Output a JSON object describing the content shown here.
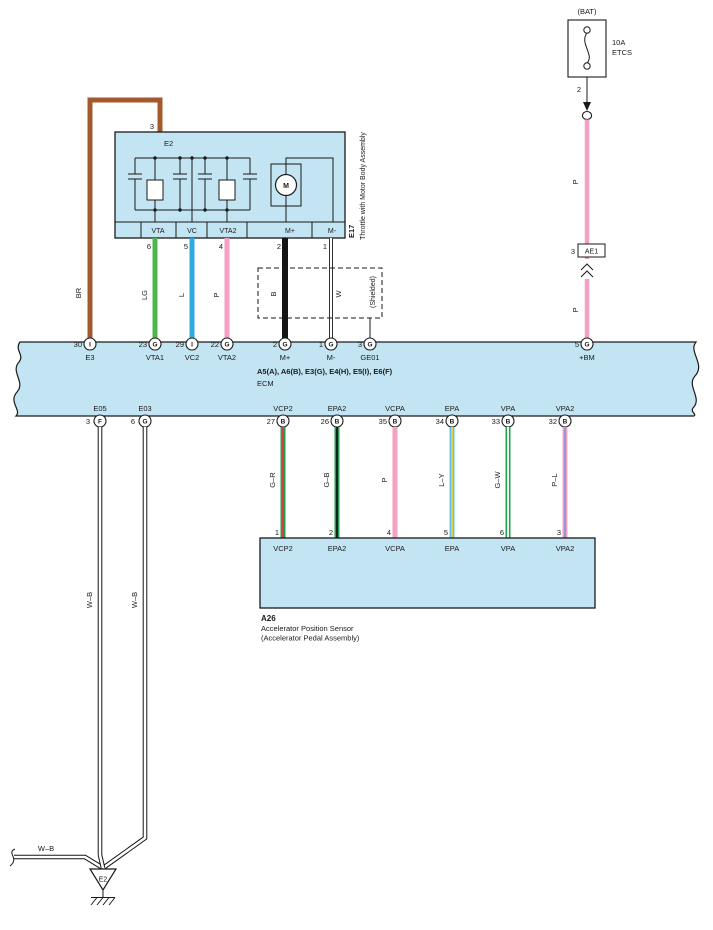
{
  "colors": {
    "panel": "#c3e5f3",
    "outline": "#1a1a1a",
    "brown": "#a3592c",
    "light_green": "#4eb749",
    "green": "#23a14e",
    "blue": "#2fa9e0",
    "light_blue": "#5ec4ec",
    "pink": "#f49fc5",
    "red": "#e53540",
    "yellow": "#f2cf3a",
    "violet": "#8b97d6",
    "black": "#151515",
    "white": "#ffffff"
  },
  "fuse": {
    "bat": "(BAT)",
    "amp": "10A",
    "name": "ETCS",
    "pin": "2"
  },
  "feed": {
    "p1": "P",
    "p2": "P",
    "junction_pin": "3",
    "junction": "AE1",
    "ecm_pin": "5",
    "ecm_letter": "G",
    "ecm_term": "+BM"
  },
  "throttle": {
    "id": "E2",
    "top_pin": "3",
    "motor": "M",
    "connector_id": "E17",
    "connector_name": "Throttle with Motor Body Assembly",
    "terminals": [
      {
        "name": "VTA",
        "pin": "6"
      },
      {
        "name": "VC",
        "pin": "5"
      },
      {
        "name": "VTA2",
        "pin": "4"
      },
      {
        "name": "M+",
        "pin": "2"
      },
      {
        "name": "M-",
        "pin": "1"
      }
    ]
  },
  "br_wire": {
    "color": "BR",
    "ecm_pin": "30",
    "ecm_letter": "I",
    "ecm_term": "E3"
  },
  "top_wires": [
    {
      "color": "LG",
      "ecm_pin": "23",
      "ecm_letter": "G",
      "ecm_term": "VTA1"
    },
    {
      "color": "L",
      "ecm_pin": "29",
      "ecm_letter": "I",
      "ecm_term": "VC2"
    },
    {
      "color": "P",
      "ecm_pin": "22",
      "ecm_letter": "G",
      "ecm_term": "VTA2"
    },
    {
      "color": "B",
      "ecm_pin": "2",
      "ecm_letter": "G",
      "ecm_term": "M+"
    },
    {
      "color": "W",
      "ecm_pin": "1",
      "ecm_letter": "G",
      "ecm_term": "M-"
    }
  ],
  "shield": {
    "label": "(Shielded)",
    "ecm_pin": "3",
    "ecm_letter": "G",
    "ecm_term": "GE01"
  },
  "ecm": {
    "connectors": "A5(A), A6(B), E3(G), E4(H), E5(I), E6(F)",
    "name": "ECM"
  },
  "bottom": {
    "e05": {
      "term": "E05",
      "pin": "3",
      "letter": "F",
      "color": "W–B"
    },
    "e03": {
      "term": "E03",
      "pin": "6",
      "letter": "G",
      "color": "W–B"
    },
    "wires": [
      {
        "ecm_term": "VCP2",
        "ecm_pin": "27",
        "letter": "B",
        "color": "G–R",
        "pin": "1",
        "term": "VCP2"
      },
      {
        "ecm_term": "EPA2",
        "ecm_pin": "26",
        "letter": "B",
        "color": "G–B",
        "pin": "2",
        "term": "EPA2"
      },
      {
        "ecm_term": "VCPA",
        "ecm_pin": "35",
        "letter": "B",
        "color": "P",
        "pin": "4",
        "term": "VCPA"
      },
      {
        "ecm_term": "EPA",
        "ecm_pin": "34",
        "letter": "B",
        "color": "L–Y",
        "pin": "5",
        "term": "EPA"
      },
      {
        "ecm_term": "VPA",
        "ecm_pin": "33",
        "letter": "B",
        "color": "G–W",
        "pin": "6",
        "term": "VPA"
      },
      {
        "ecm_term": "VPA2",
        "ecm_pin": "32",
        "letter": "B",
        "color": "P–L",
        "pin": "3",
        "term": "VPA2"
      }
    ]
  },
  "sensor": {
    "id": "A26",
    "name": "Accelerator Position Sensor",
    "name2": "(Accelerator Pedal Assembly)"
  },
  "ground": {
    "label": "W–B",
    "id": "E2"
  }
}
